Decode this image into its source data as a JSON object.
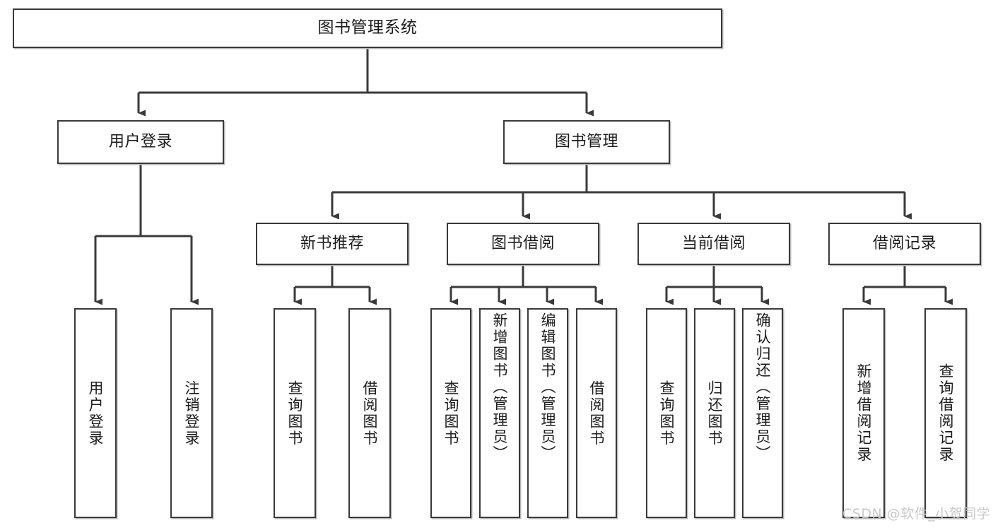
{
  "diagram": {
    "type": "tree-hierarchy-chart",
    "title": "图书管理系统",
    "colors": {
      "box_border": "#3a3a3a",
      "box_fill": "#ffffff",
      "edge": "#3a3a3a",
      "text": "#1c1c1c",
      "watermark": "#c9c9c9",
      "background": "#ffffff"
    },
    "root": {
      "label": "图书管理系统"
    },
    "level2": [
      {
        "label": "用户登录"
      },
      {
        "label": "图书管理"
      }
    ],
    "level3": [
      {
        "label": "新书推荐"
      },
      {
        "label": "图书借阅"
      },
      {
        "label": "当前借阅"
      },
      {
        "label": "借阅记录"
      }
    ],
    "leaves": {
      "user_login": [
        {
          "label": "用户登录"
        },
        {
          "label": "注销登录"
        }
      ],
      "new_book_recommend": [
        {
          "label": "查询图书"
        },
        {
          "label": "借阅图书"
        }
      ],
      "book_borrow": [
        {
          "label": "查询图书"
        },
        {
          "label": "新增图书（管理员）"
        },
        {
          "label": "编辑图书（管理员）"
        },
        {
          "label": "借阅图书"
        }
      ],
      "current_borrow": [
        {
          "label": "查询图书"
        },
        {
          "label": "归还图书"
        },
        {
          "label": "确认归还（管理员）"
        }
      ],
      "borrow_record": [
        {
          "label": "新增借阅记录"
        },
        {
          "label": "查询借阅记录"
        }
      ]
    },
    "watermark": "CSDN @软件_小贺同学"
  }
}
